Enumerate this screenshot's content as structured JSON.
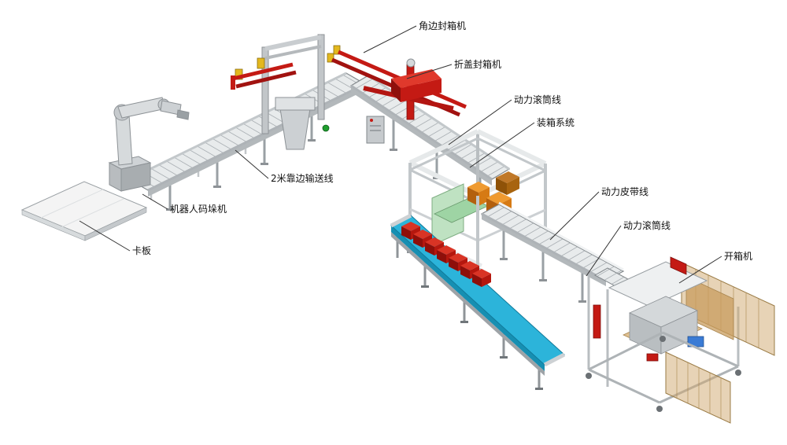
{
  "diagram": {
    "type": "isometric-packaging-line-layout",
    "background": "#ffffff",
    "labels": [
      {
        "id": "corner-sealer",
        "text": "角边封箱机"
      },
      {
        "id": "flap-sealer",
        "text": "折盖封箱机"
      },
      {
        "id": "power-roller-line-top",
        "text": "动力滚筒线"
      },
      {
        "id": "packing-system",
        "text": "装箱系统"
      },
      {
        "id": "power-belt-line",
        "text": "动力皮带线"
      },
      {
        "id": "power-roller-line-right",
        "text": "动力滚筒线"
      },
      {
        "id": "case-erector",
        "text": "开箱机"
      },
      {
        "id": "edge-conveyor",
        "text": "2米靠边输送线"
      },
      {
        "id": "robot-palletizer",
        "text": "机器人码垛机"
      },
      {
        "id": "pallet",
        "text": "卡板"
      }
    ],
    "colors": {
      "machine_red": "#c41a14",
      "machine_red_dark": "#8e0f0a",
      "belt_blue": "#2cb4da",
      "belt_blue_dark": "#168fb2",
      "box_orange": "#ef9a30",
      "panel_green": "#bfe2c2",
      "cardboard_tan": "#cfa76e",
      "frame_gray": "#c9cdd0",
      "accent_yellow": "#e3b81e"
    }
  }
}
